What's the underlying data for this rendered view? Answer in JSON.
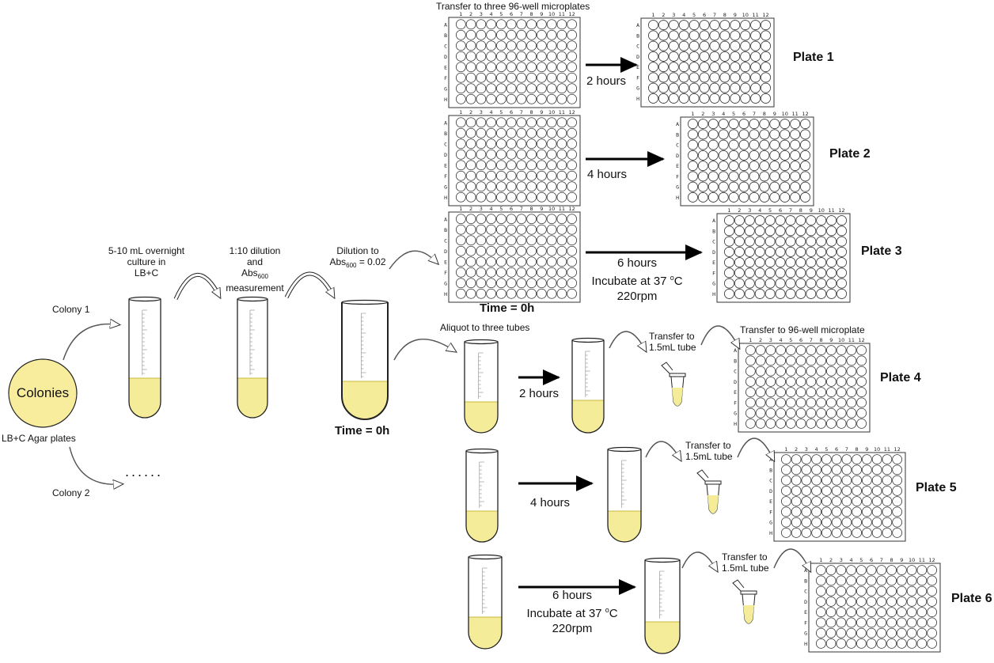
{
  "colony_group": {
    "circle_label": "Colonies",
    "plates_label": "LB+C Agar plates",
    "colony1": "Colony 1",
    "colony2": "Colony 2",
    "ellipsis": "......"
  },
  "steps": {
    "overnight": [
      "5-10 mL overnight",
      "culture in",
      "LB+C"
    ],
    "dilution": [
      "1:10 dilution",
      "and"
    ],
    "abs_main": "Abs",
    "abs_sub": "600",
    "abs_after": "measurement",
    "dilution_to": "Dilution to",
    "abs2_main": "Abs",
    "abs2_sub": "600",
    "abs2_value": " = 0.02",
    "time0": "Time = 0h"
  },
  "microplate_branch": {
    "title": "Transfer to three 96-well microplates",
    "time0": "Time = 0h",
    "plates": [
      {
        "name": "Plate 1",
        "duration": "2 hours"
      },
      {
        "name": "Plate 2",
        "duration": "4 hours"
      },
      {
        "name": "Plate 3",
        "duration": "6 hours"
      }
    ]
  },
  "tube_branch": {
    "title": "Aliquot to three tubes",
    "transfer_tube": [
      "Transfer to",
      "1.5mL tube"
    ],
    "transfer_plate": "Transfer to 96-well microplate",
    "rows": [
      {
        "name": "Plate 4",
        "duration": "2 hours"
      },
      {
        "name": "Plate 5",
        "duration": "4 hours"
      },
      {
        "name": "Plate 6",
        "duration": "6 hours"
      }
    ]
  },
  "incubation": {
    "line1_prefix": "Incubate at 37 ",
    "degree": "o",
    "line1_suffix": "C",
    "line2": "220rpm"
  },
  "plate_grid": {
    "rows": [
      "A",
      "B",
      "C",
      "D",
      "E",
      "F",
      "G",
      "H"
    ],
    "cols": [
      "1",
      "2",
      "3",
      "4",
      "5",
      "6",
      "7",
      "8",
      "9",
      "10",
      "11",
      "12"
    ]
  },
  "colors": {
    "culture": "#f5ec9a",
    "culture_edge": "#c9b93a",
    "colony_fill": "#f8ed9c",
    "arrow": "#000000"
  }
}
